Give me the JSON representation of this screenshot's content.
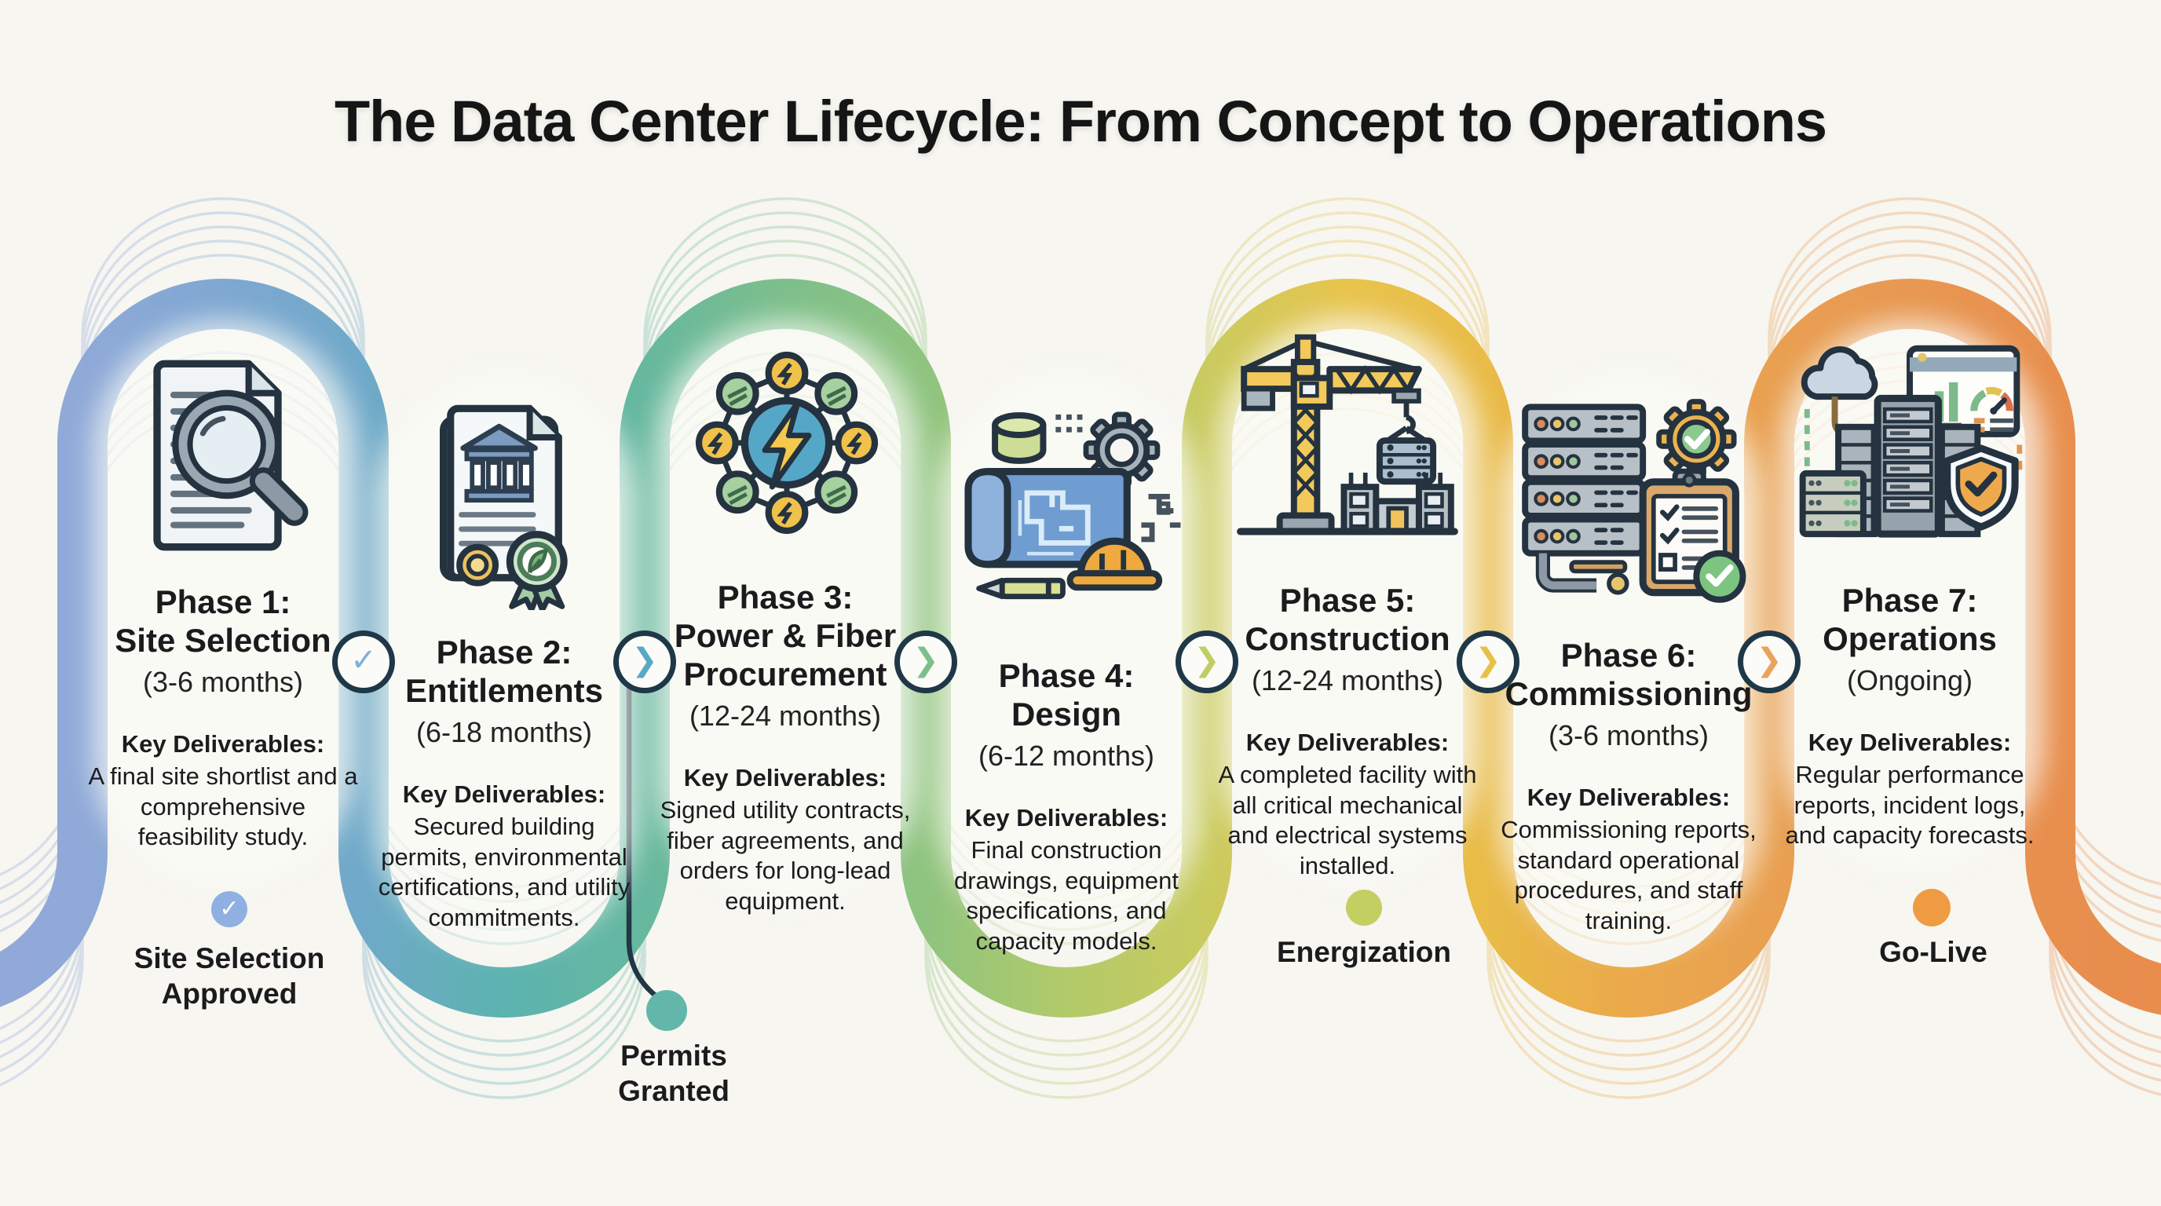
{
  "title": "The Data Center Lifecycle: From Concept to Operations",
  "background_color": "#f7f6f1",
  "outline_color": "#24333f",
  "phases": [
    {
      "line1": "Phase 1:",
      "line2": "Site Selection",
      "duration": "(3-6 months)",
      "deliverables_label": "Key Deliverables:",
      "deliverables": "A final site shortlist and a comprehensive feasibility study.",
      "icon": "site-survey-document",
      "color": "#7fa8d2"
    },
    {
      "line1": "Phase 2:",
      "line2": "Entitlements",
      "duration": "(6-18 months)",
      "deliverables_label": "Key Deliverables:",
      "deliverables": "Secured building permits, environmental certifications, and utility commitments.",
      "icon": "permit-certificate",
      "color": "#5cb3af"
    },
    {
      "line1": "Phase 3:",
      "line2": "Power & Fiber Procurement",
      "duration": "(12-24 months)",
      "deliverables_label": "Key Deliverables:",
      "deliverables": "Signed utility contracts, fiber agreements, and orders for long-lead equipment.",
      "icon": "power-network",
      "color": "#7dbf8b"
    },
    {
      "line1": "Phase 4:",
      "line2": "Design",
      "duration": "(6-12 months)",
      "deliverables_label": "Key Deliverables:",
      "deliverables": "Final construction drawings, equipment specifications, and capacity models.",
      "icon": "blueprint-design",
      "color": "#b2ca69"
    },
    {
      "line1": "Phase 5:",
      "line2": "Construction",
      "duration": "(12-24 months)",
      "deliverables_label": "Key Deliverables:",
      "deliverables": "A completed facility with all critical mechanical and electrical systems installed.",
      "icon": "construction-crane",
      "color": "#e8c44d"
    },
    {
      "line1": "Phase 6:",
      "line2": "Commissioning",
      "duration": "(3-6 months)",
      "deliverables_label": "Key Deliverables:",
      "deliverables": "Commissioning reports, standard operational procedures, and staff training.",
      "icon": "rack-checklist",
      "color": "#eaa94b"
    },
    {
      "line1": "Phase 7:",
      "line2": "Operations",
      "duration": "(Ongoing)",
      "deliverables_label": "Key Deliverables:",
      "deliverables": "Regular performance reports, incident logs, and capacity forecasts.",
      "icon": "monitored-datacenter",
      "color": "#e89852"
    }
  ],
  "connectors": [
    {
      "glyph": "✓",
      "color": "#7fb0dd"
    },
    {
      "glyph": "❯",
      "color": "#58a9c6"
    },
    {
      "glyph": "❯",
      "color": "#7cbf8b"
    },
    {
      "glyph": "❯",
      "color": "#c2cc66"
    },
    {
      "glyph": "❯",
      "color": "#e6c14a"
    },
    {
      "glyph": "❯",
      "color": "#e9a45c"
    }
  ],
  "milestones": [
    {
      "label_line1": "Site Selection",
      "label_line2": "Approved",
      "marker": "check-dot",
      "glyph": "✓",
      "color": "#8fb0e0"
    },
    {
      "label_line1": "Permits",
      "label_line2": "Granted",
      "marker": "dot",
      "glyph": "",
      "color": "#62b7aa"
    },
    {
      "label_line1": "Energization",
      "label_line2": "",
      "marker": "dot",
      "glyph": "",
      "color": "#c3cf63"
    },
    {
      "label_line1": "Go-Live",
      "label_line2": "",
      "marker": "dot",
      "glyph": "",
      "color": "#ef9b42"
    }
  ],
  "ribbon_gradient": [
    "#97a7da",
    "#8fa9d8",
    "#7fa8d2",
    "#6fa9c9",
    "#5cb3af",
    "#66b89f",
    "#7dbf8b",
    "#8fc47f",
    "#b2ca69",
    "#cacb5f",
    "#e8c44d",
    "#e9bb47",
    "#eaa94b",
    "#e9a051",
    "#e89852",
    "#e88f4e",
    "#e8894a"
  ]
}
